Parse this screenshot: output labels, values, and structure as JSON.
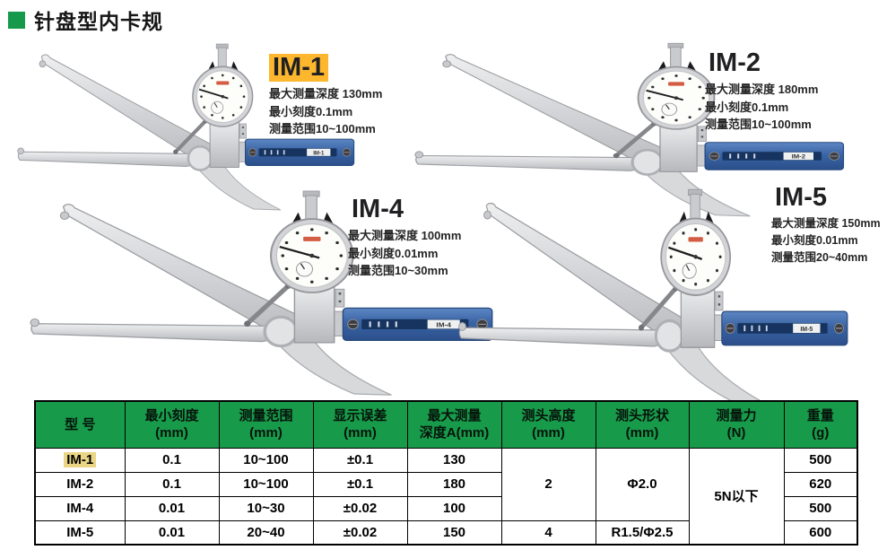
{
  "title": "针盘型内卡规",
  "highlighted_model": "IM-1",
  "colors": {
    "accent_green": "#17994b",
    "label_highlight": "#fcb72e",
    "cell_highlight": "#e9d583",
    "handle_blue": "#3a64a4"
  },
  "products": [
    {
      "model": "IM-1",
      "specs": [
        "最大测量深度 130mm",
        "最小刻度0.1mm",
        "测量范围10~100mm"
      ]
    },
    {
      "model": "IM-2",
      "specs": [
        "最大测量深度 180mm",
        "最小刻度0.1mm",
        "测量范围10~100mm"
      ]
    },
    {
      "model": "IM-4",
      "specs": [
        "最大测量深度 100mm",
        "最小刻度0.01mm",
        "测量范围10~30mm"
      ]
    },
    {
      "model": "IM-5",
      "specs": [
        "最大测量深度 150mm",
        "最小刻度0.01mm",
        "测量范围20~40mm"
      ]
    }
  ],
  "table": {
    "headers": [
      {
        "line1": "型 号",
        "line2": ""
      },
      {
        "line1": "最小刻度",
        "line2": "(mm)"
      },
      {
        "line1": "测量范围",
        "line2": "(mm)"
      },
      {
        "line1": "显示误差",
        "line2": "(mm)"
      },
      {
        "line1": "最大测量",
        "line2": "深度A(mm)"
      },
      {
        "line1": "测头高度",
        "line2": "(mm)"
      },
      {
        "line1": "测头形状",
        "line2": "(mm)"
      },
      {
        "line1": "测量力",
        "line2": "(N)"
      },
      {
        "line1": "重量",
        "line2": "(g)"
      }
    ],
    "rows": [
      {
        "model": "IM-1",
        "min_graduation": "0.1",
        "range": "10~100",
        "error": "±0.1",
        "depth": "130",
        "weight": "500"
      },
      {
        "model": "IM-2",
        "min_graduation": "0.1",
        "range": "10~100",
        "error": "±0.1",
        "depth": "180",
        "weight": "620"
      },
      {
        "model": "IM-4",
        "min_graduation": "0.01",
        "range": "10~30",
        "error": "±0.02",
        "depth": "100",
        "weight": "500"
      },
      {
        "model": "IM-5",
        "min_graduation": "0.01",
        "range": "20~40",
        "error": "±0.02",
        "depth": "150",
        "weight": "600"
      }
    ],
    "merged": {
      "probe_height_group1": "2",
      "probe_shape_group1": "Φ2.0",
      "probe_height_im5": "4",
      "probe_shape_im5": "R1.5/Φ2.5",
      "measuring_force": "5N以下"
    }
  }
}
